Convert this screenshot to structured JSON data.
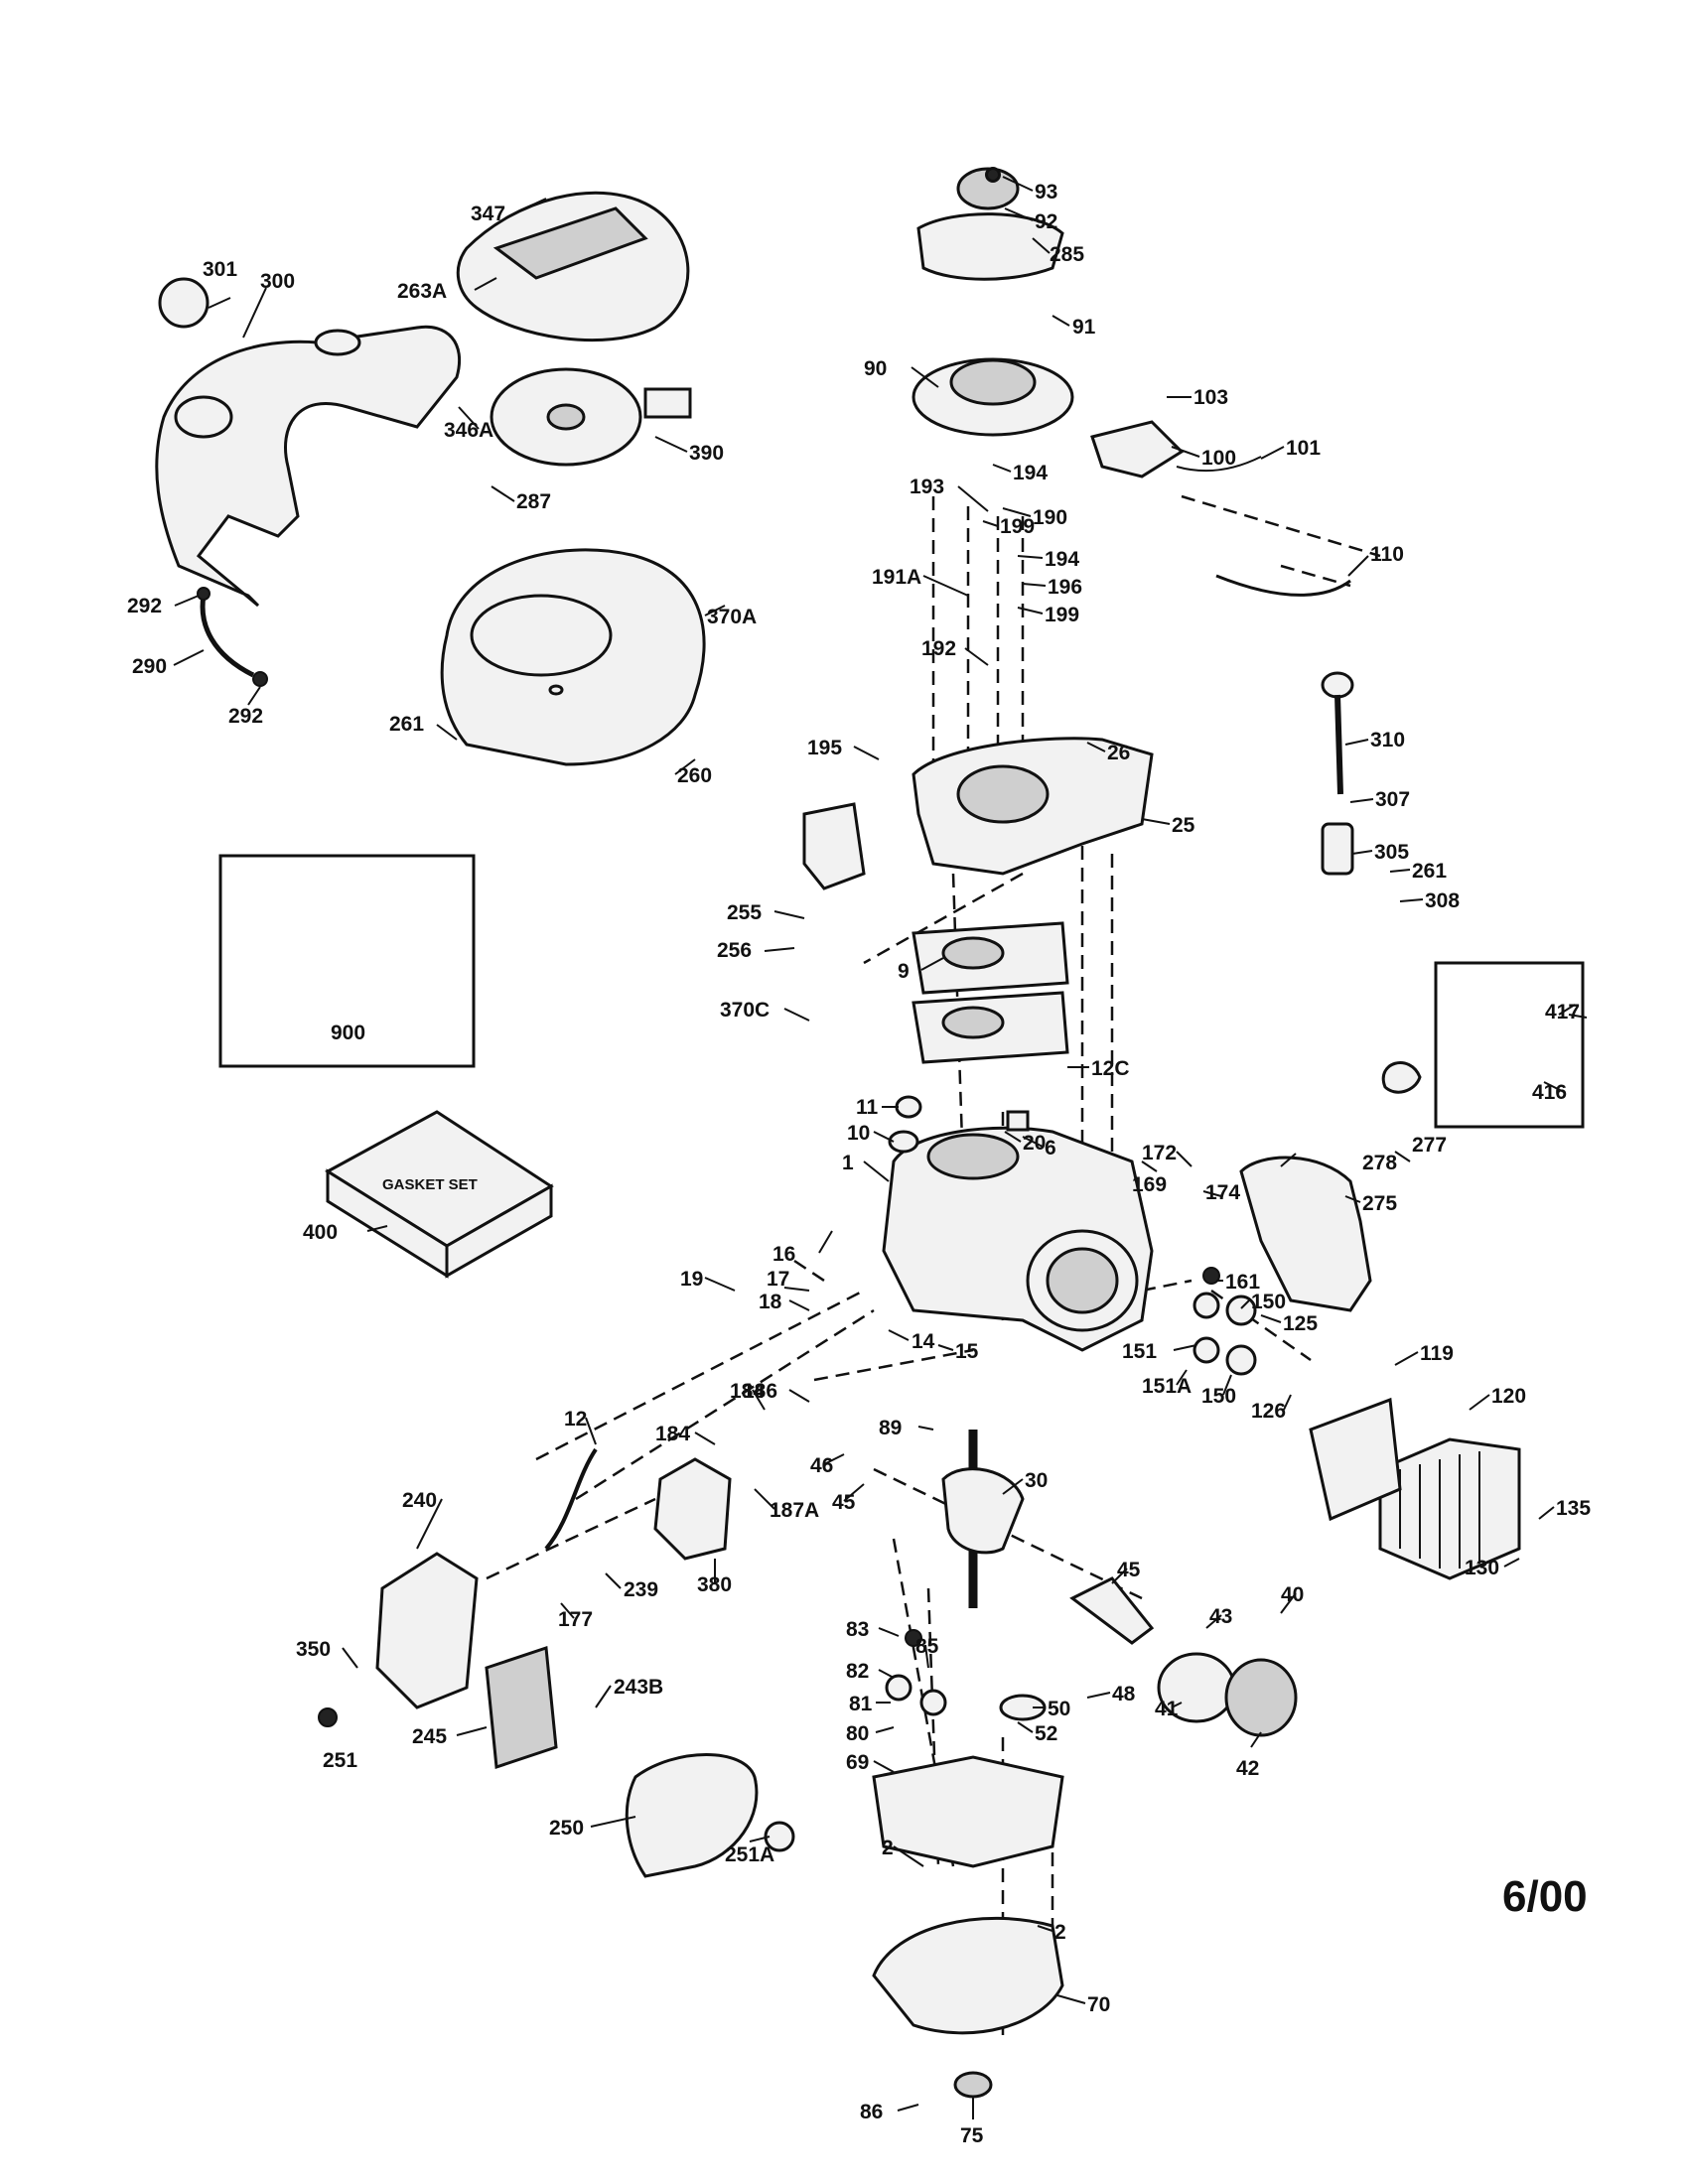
{
  "labels": [
    "347",
    "93",
    "92",
    "285",
    "301",
    "300",
    "263A",
    "91",
    "90",
    "103",
    "346A",
    "390",
    "100",
    "101",
    "287",
    "194",
    "193",
    "190",
    "199",
    "194",
    "191A",
    "196",
    "199",
    "110",
    "292",
    "370A",
    "290",
    "292",
    "192",
    "310",
    "261",
    "195",
    "26",
    "260",
    "307",
    "25",
    "305",
    "261",
    "308",
    "255",
    "256",
    "9",
    "900",
    "370C",
    "12C",
    "417",
    "416",
    "11",
    "10",
    "20",
    "172",
    "6",
    "169",
    "278",
    "277",
    "1",
    "174",
    "275",
    "GASKET SET",
    "400",
    "161",
    "16",
    "150",
    "17",
    "18",
    "19",
    "125",
    "151",
    "14",
    "15",
    "151A",
    "150",
    "126",
    "119",
    "186",
    "12",
    "184",
    "89",
    "120",
    "184",
    "240",
    "46",
    "30",
    "135",
    "45",
    "187A",
    "130",
    "45",
    "239",
    "380",
    "177",
    "40",
    "43",
    "83",
    "350",
    "85",
    "82",
    "48",
    "243B",
    "81",
    "50",
    "41",
    "80",
    "52",
    "251",
    "245",
    "42",
    "69",
    "250",
    "251A",
    "2",
    "2",
    "70",
    "86",
    "75"
  ],
  "date_code": "6/00",
  "colors": {
    "ink": "#111111",
    "paper": "#ffffff"
  }
}
